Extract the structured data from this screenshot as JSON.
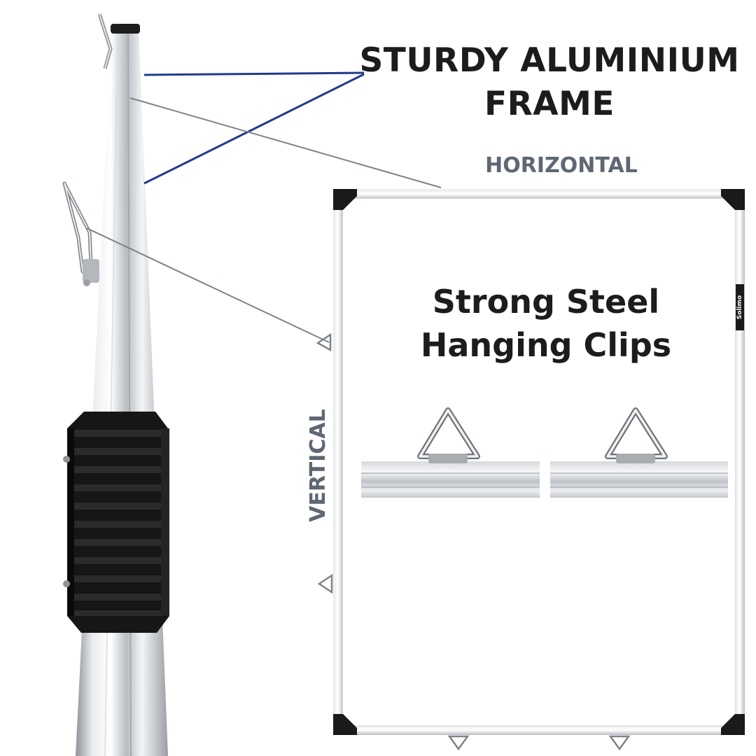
{
  "callouts": {
    "frame_line1": "STURDY ALUMINIUM",
    "frame_line2": "FRAME",
    "clips_line1": "Strong Steel",
    "clips_line2": "Hanging Clips"
  },
  "orientation": {
    "horizontal": "HORIZONTAL",
    "vertical": "VERTICAL"
  },
  "board": {
    "brand": "Solimo"
  },
  "colors": {
    "text_dark": "#1c1c1c",
    "text_grey": "#5f6773",
    "callout_blue": "#1f3b8c",
    "callout_grey": "#7d8288",
    "frame_silver": "#c9ccd0",
    "corner_black": "#1a1a1a"
  }
}
